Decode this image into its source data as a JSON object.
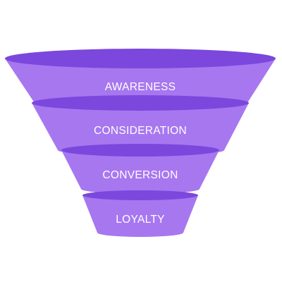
{
  "stages": [
    {
      "label": "AWARENESS"
    },
    {
      "label": "CONSIDERATION"
    },
    {
      "label": "CONVERSION"
    },
    {
      "label": "LOYALTY"
    }
  ],
  "colors": {
    "background": "#ffffff",
    "stage_body": "#a777f0",
    "stage_top": "#7c47dd",
    "label_text": "#ffffff"
  }
}
